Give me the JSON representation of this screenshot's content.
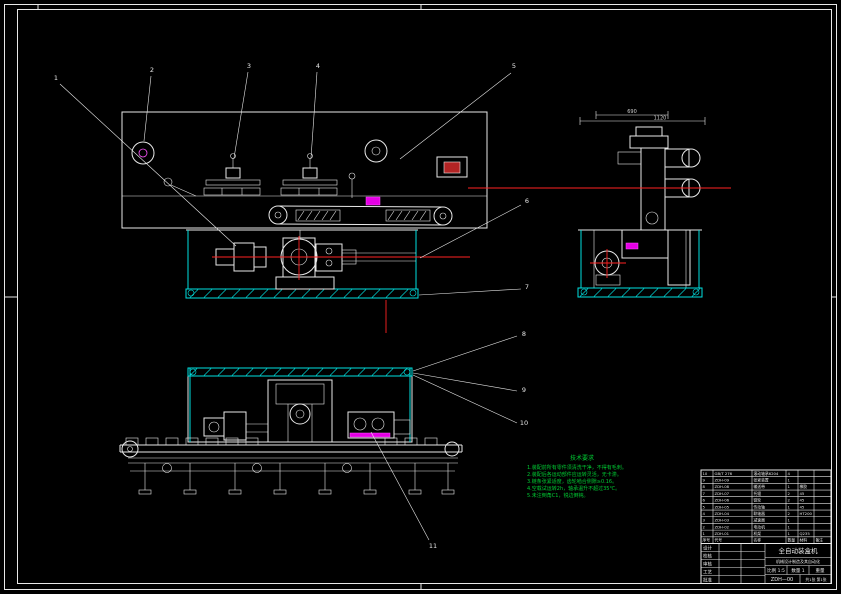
{
  "colors": {
    "background": "#000000",
    "line": "#e8e8e8",
    "centerline": "#ff2222",
    "frame": "#00e0e0",
    "accent": "#e600e6",
    "note": "#00cc33"
  },
  "callouts": [
    "1",
    "2",
    "3",
    "4",
    "5",
    "6",
    "7",
    "8",
    "9",
    "10",
    "11"
  ],
  "dims": [
    "690",
    "1120"
  ],
  "tech_req": {
    "title": "技术要求",
    "lines": [
      "1.装配前所有零件须清洗干净，不得有毛刺。",
      "2.装配后各运动部件应运转灵活，无卡滞。",
      "3.链条张紧适度，齿轮啮合侧隙≥0.16。",
      "4.空载试运转2h，轴承温升不超过35℃。",
      "5.未注倒角C1，锐边倒钝。"
    ]
  },
  "parts_list": {
    "headers": [
      "序号",
      "代号",
      "名称",
      "数量",
      "材料",
      "备注"
    ],
    "rows": [
      [
        "10",
        "GB/T 276",
        "滚动轴承6204",
        "4",
        "",
        ""
      ],
      [
        "9",
        "ZDH-09",
        "张紧装置",
        "1",
        "",
        ""
      ],
      [
        "8",
        "ZDH-08",
        "输送带",
        "1",
        "橡胶",
        ""
      ],
      [
        "7",
        "ZDH-07",
        "托辊",
        "2",
        "45",
        ""
      ],
      [
        "6",
        "ZDH-06",
        "链轮",
        "2",
        "45",
        ""
      ],
      [
        "5",
        "ZDH-05",
        "传动轴",
        "1",
        "45",
        ""
      ],
      [
        "4",
        "ZDH-04",
        "联轴器",
        "2",
        "HT200",
        ""
      ],
      [
        "3",
        "ZDH-03",
        "减速器",
        "1",
        "",
        ""
      ],
      [
        "2",
        "ZDH-02",
        "电动机",
        "1",
        "",
        ""
      ],
      [
        "1",
        "ZDH-01",
        "机架",
        "1",
        "Q235",
        ""
      ]
    ]
  },
  "title_block": {
    "design": "设计",
    "check": "校核",
    "audit": "审核",
    "process": "工艺",
    "approve": "批准",
    "title": "全自动装盒机",
    "org": "机械设计制造及其自动化",
    "scale": "比例 1:5",
    "qty": "数量 1",
    "weight": "重量",
    "dwg_no": "ZDH—00",
    "sheet": "共1张 第1张"
  }
}
